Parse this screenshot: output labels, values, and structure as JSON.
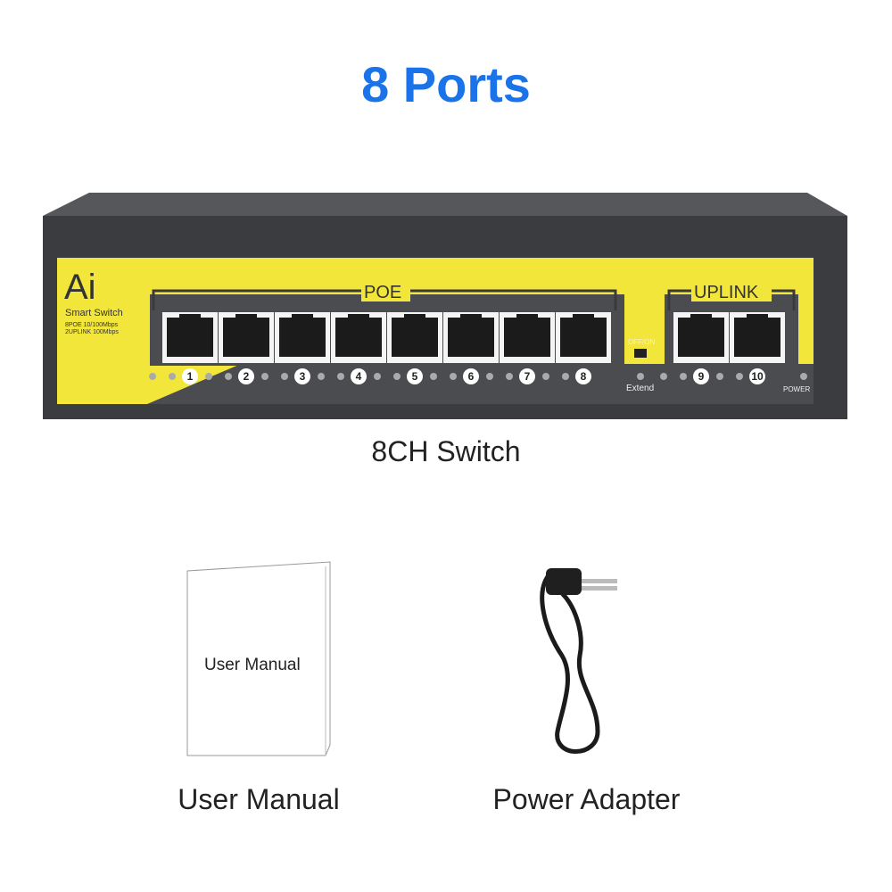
{
  "title": "8 Ports",
  "switch": {
    "caption": "8CH Switch",
    "brand": "Ai",
    "model": "Smart Switch",
    "spec_line1": "8POE 10/100Mbps",
    "spec_line2": "2UPLINK 100Mbps",
    "poe_label": "POE",
    "uplink_label": "UPLINK",
    "switch_label": "OFF/ON",
    "extend_label": "Extend",
    "power_label": "POWER",
    "port_numbers": [
      "1",
      "2",
      "3",
      "4",
      "5",
      "6",
      "7",
      "8"
    ],
    "uplink_numbers": [
      "9",
      "10"
    ],
    "colors": {
      "panel": "#f2e63a",
      "body": "#3b3d40",
      "accent": "#1a73e8"
    }
  },
  "manual": {
    "cover_text": "User Manual",
    "caption": "User Manual"
  },
  "adapter": {
    "caption": "Power Adapter"
  }
}
